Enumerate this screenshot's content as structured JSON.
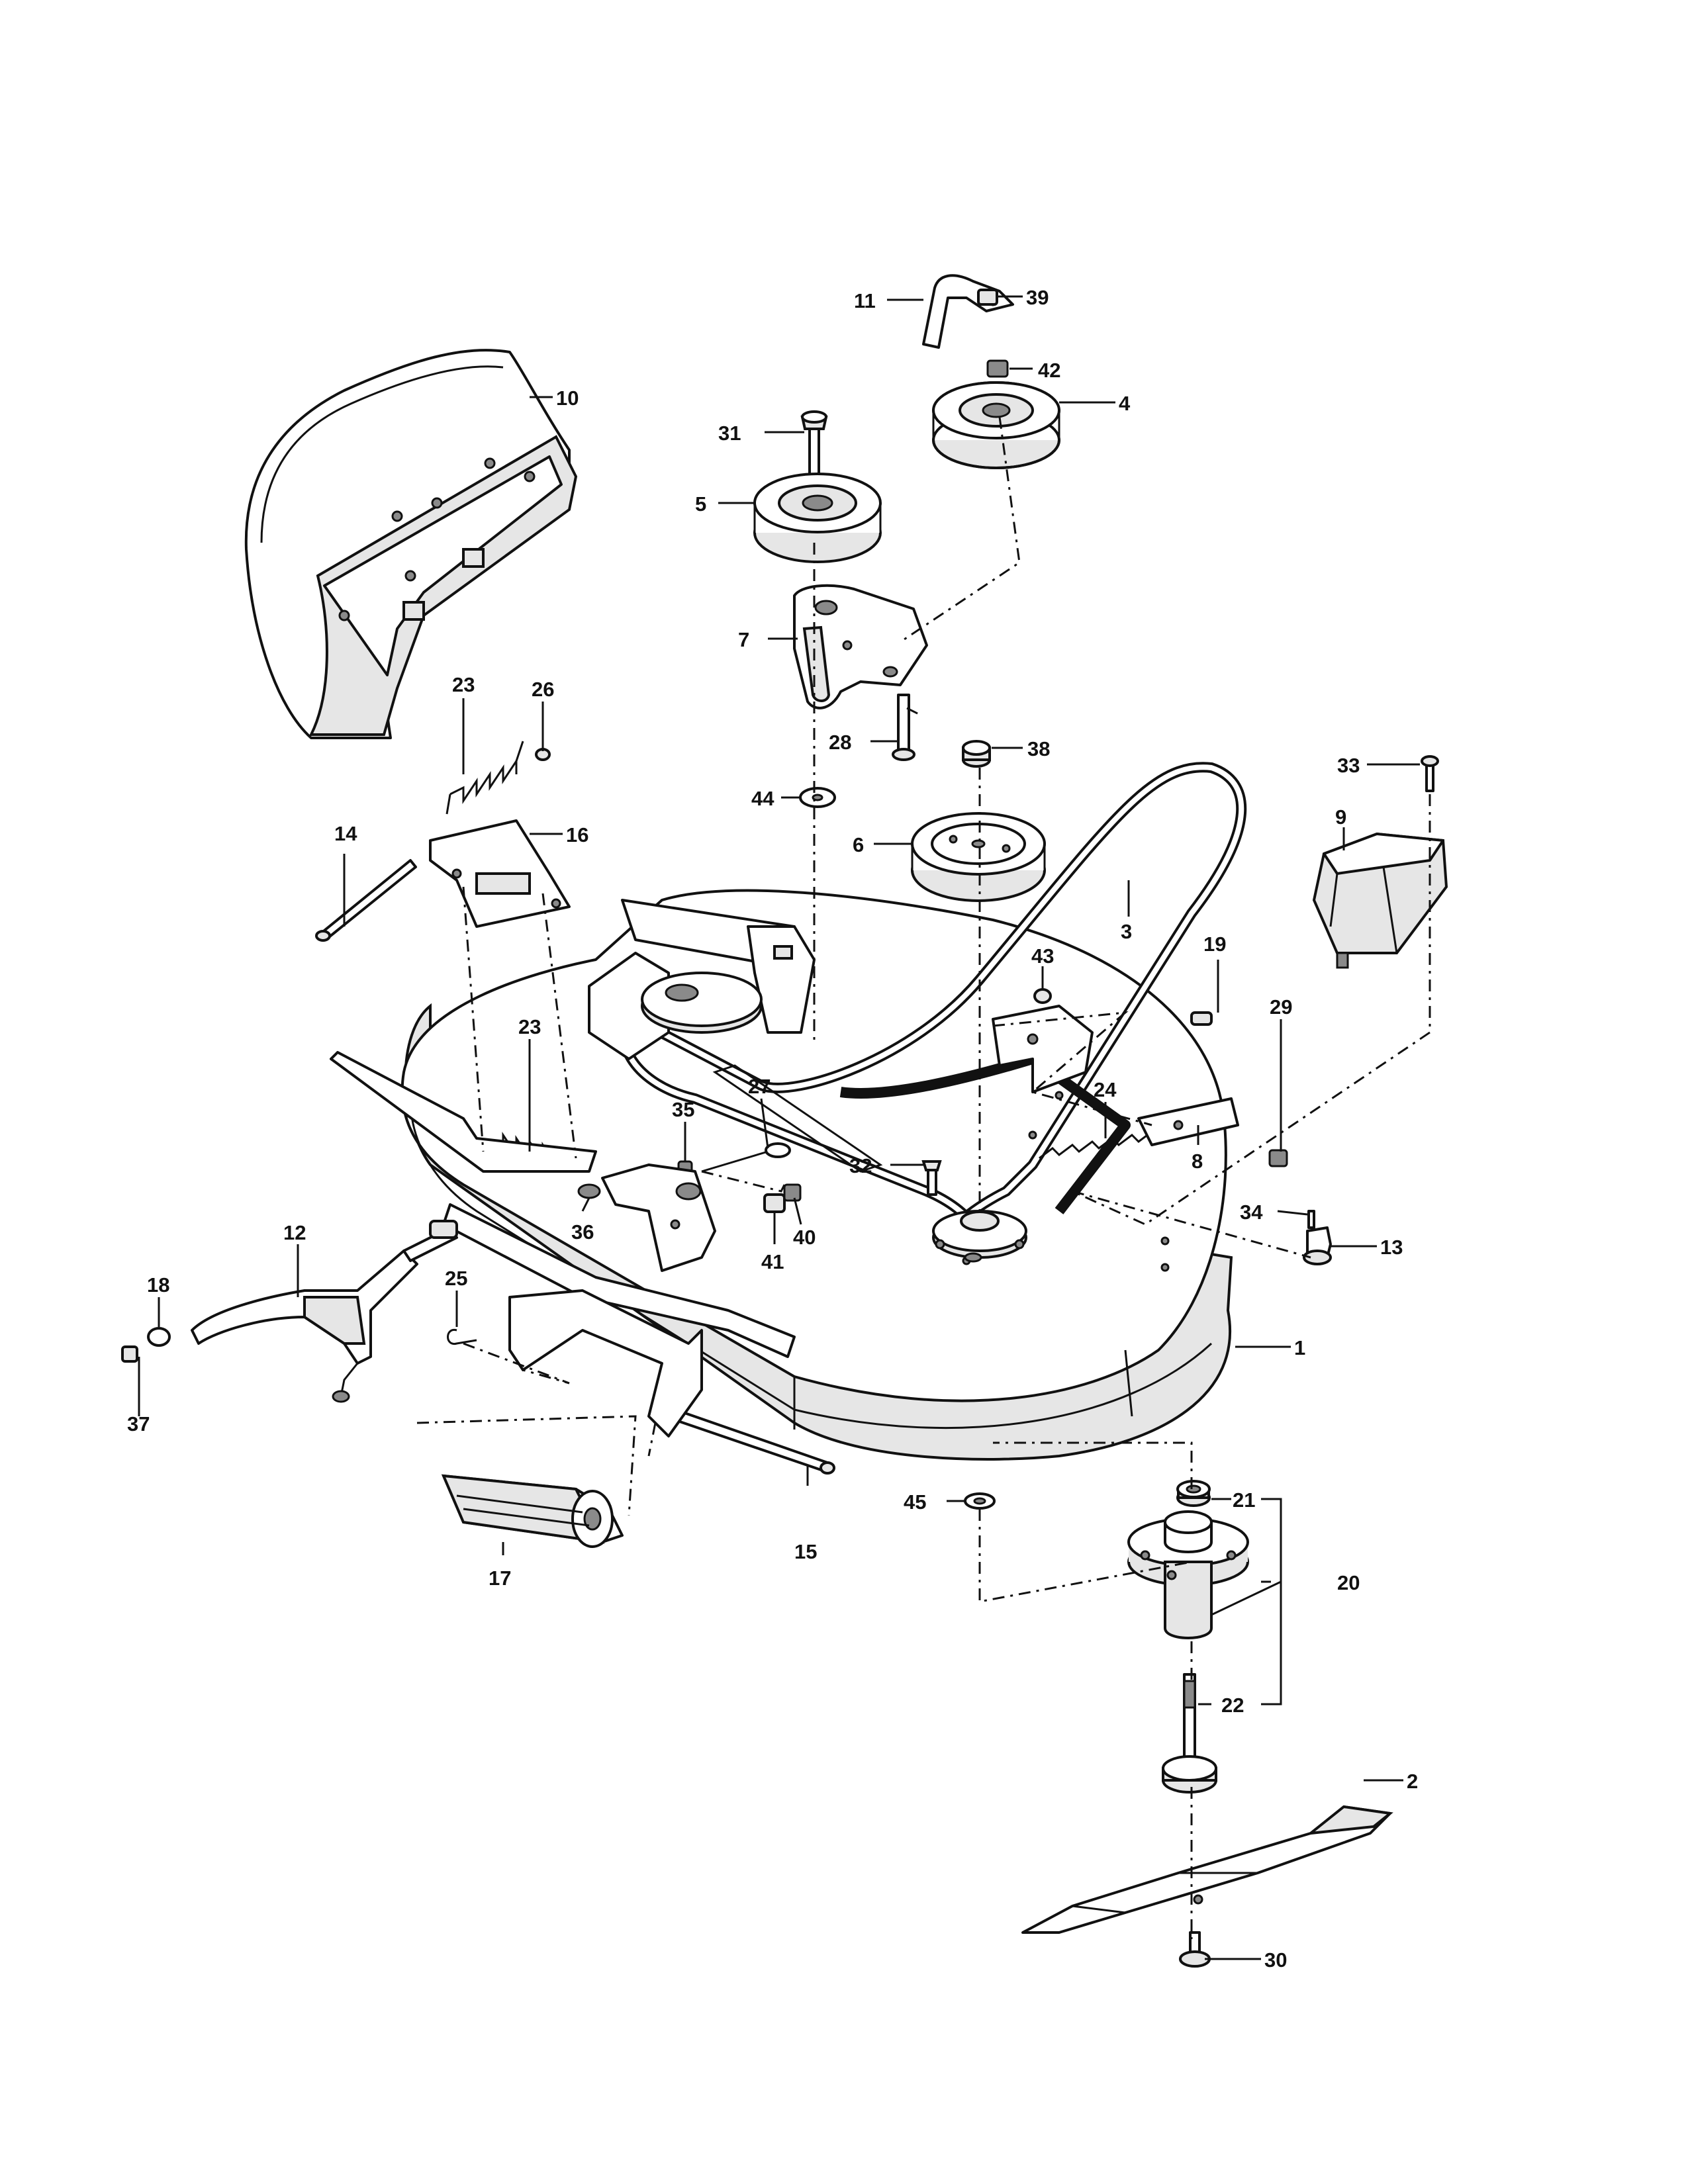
{
  "callouts": [
    {
      "id": "c1",
      "text": "1"
    },
    {
      "id": "c2",
      "text": "2"
    },
    {
      "id": "c3",
      "text": "3"
    },
    {
      "id": "c4",
      "text": "4"
    },
    {
      "id": "c5",
      "text": "5"
    },
    {
      "id": "c6",
      "text": "6"
    },
    {
      "id": "c7",
      "text": "7"
    },
    {
      "id": "c8",
      "text": "8"
    },
    {
      "id": "c9",
      "text": "9"
    },
    {
      "id": "c10",
      "text": "10"
    },
    {
      "id": "c11",
      "text": "11"
    },
    {
      "id": "c12",
      "text": "12"
    },
    {
      "id": "c13",
      "text": "13"
    },
    {
      "id": "c14",
      "text": "14"
    },
    {
      "id": "c15",
      "text": "15"
    },
    {
      "id": "c16",
      "text": "16"
    },
    {
      "id": "c17",
      "text": "17"
    },
    {
      "id": "c18",
      "text": "18"
    },
    {
      "id": "c19",
      "text": "19"
    },
    {
      "id": "c20",
      "text": "20"
    },
    {
      "id": "c21",
      "text": "21"
    },
    {
      "id": "c22",
      "text": "22"
    },
    {
      "id": "c23a",
      "text": "23"
    },
    {
      "id": "c23b",
      "text": "23"
    },
    {
      "id": "c24",
      "text": "24"
    },
    {
      "id": "c25",
      "text": "25"
    },
    {
      "id": "c26",
      "text": "26"
    },
    {
      "id": "c27",
      "text": "27"
    },
    {
      "id": "c28",
      "text": "28"
    },
    {
      "id": "c29",
      "text": "29"
    },
    {
      "id": "c30",
      "text": "30"
    },
    {
      "id": "c31",
      "text": "31"
    },
    {
      "id": "c32",
      "text": "32"
    },
    {
      "id": "c33",
      "text": "33"
    },
    {
      "id": "c34",
      "text": "34"
    },
    {
      "id": "c35",
      "text": "35"
    },
    {
      "id": "c36",
      "text": "36"
    },
    {
      "id": "c37",
      "text": "37"
    },
    {
      "id": "c38",
      "text": "38"
    },
    {
      "id": "c39",
      "text": "39"
    },
    {
      "id": "c40",
      "text": "40"
    },
    {
      "id": "c41",
      "text": "41"
    },
    {
      "id": "c42",
      "text": "42"
    },
    {
      "id": "c43",
      "text": "43"
    },
    {
      "id": "c44",
      "text": "44"
    },
    {
      "id": "c45",
      "text": "45"
    }
  ]
}
